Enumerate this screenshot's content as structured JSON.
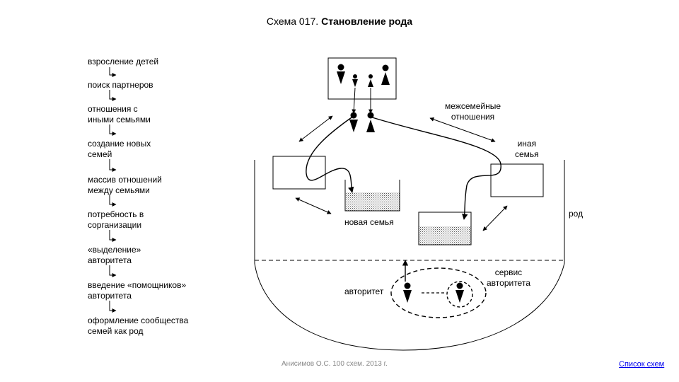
{
  "title": {
    "prefix": "Схема 017.",
    "main": "Становление рода"
  },
  "steps": [
    "взросление  детей",
    "поиск партнеров",
    "отношения с\nиными семьями",
    "создание новых\nсемей",
    "массив отношений\nмежду семьями",
    "потребность в\nсорганизации",
    "«выделение»\nавторитета",
    "введение «помощников»\nавторитета",
    "оформление сообщества\nсемей как род"
  ],
  "labels": {
    "inter_family": "межсемейные\nотношения",
    "other_family": "иная\nсемья",
    "clan": "род",
    "new_family": "новая семья",
    "authority": "авторитет",
    "service": "сервис\nавторитета"
  },
  "footer": "Анисимов О.С. 100 схем. 2013 г.",
  "link": "Список схем"
}
